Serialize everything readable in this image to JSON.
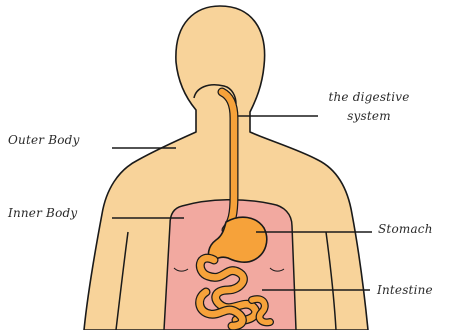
{
  "labels": {
    "digestive_line1": "the digestive",
    "digestive_line2": "system",
    "outer_body": "Outer Body",
    "inner_body": "Inner Body",
    "stomach": "Stomach",
    "intestine": "Intestine"
  },
  "colors": {
    "skin": "#F8D39A",
    "inner_body": "#F2A9A0",
    "organ_fill": "#F6A23A",
    "organ_outline": "#1a1a1a",
    "pointer_line": "#1a1a1a"
  }
}
